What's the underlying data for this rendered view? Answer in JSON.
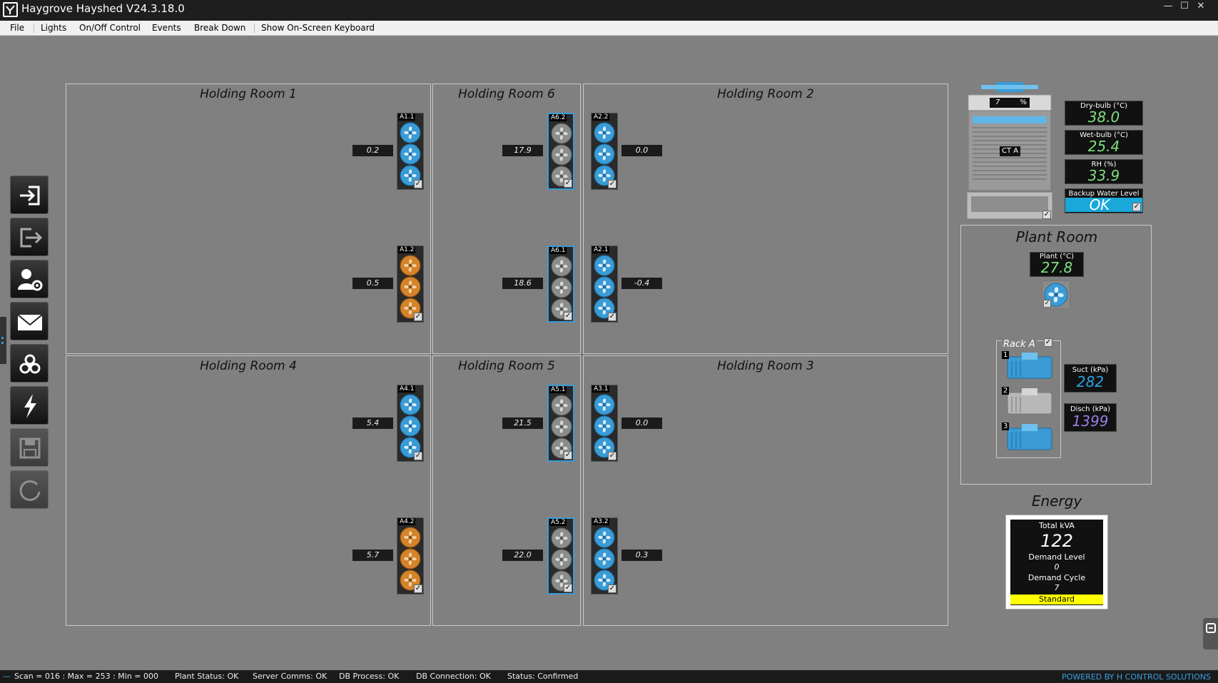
{
  "window": {
    "title": "Haygrove Hayshed V24.3.18.0"
  },
  "menu": [
    "File",
    "Lights",
    "On/Off Control",
    "Events",
    "Break Down",
    "Show On-Screen Keyboard"
  ],
  "toolbar": [
    "login-icon",
    "logout-icon",
    "user-settings-icon",
    "mail-icon",
    "biohazard-icon",
    "lightning-icon",
    "save-icon",
    "refresh-icon"
  ],
  "rooms": {
    "r1": {
      "title": "Holding Room 1",
      "units": [
        {
          "label": "A1.1",
          "value": "0.2",
          "fan_color": "blue"
        },
        {
          "label": "A1.2",
          "value": "0.5",
          "fan_color": "orange"
        }
      ]
    },
    "r6": {
      "title": "Holding Room 6",
      "units": [
        {
          "label": "A6.2",
          "value": "17.9",
          "fan_color": "grey"
        },
        {
          "label": "A6.1",
          "value": "18.6",
          "fan_color": "grey"
        }
      ]
    },
    "r2": {
      "title": "Holding Room 2",
      "units": [
        {
          "label": "A2.2",
          "value": "0.0",
          "fan_color": "blue"
        },
        {
          "label": "A2.1",
          "value": "-0.4",
          "fan_color": "blue"
        }
      ]
    },
    "r4": {
      "title": "Holding Room 4",
      "units": [
        {
          "label": "A4.1",
          "value": "5.4",
          "fan_color": "blue"
        },
        {
          "label": "A4.2",
          "value": "5.7",
          "fan_color": "orange"
        }
      ]
    },
    "r5": {
      "title": "Holding Room 5",
      "units": [
        {
          "label": "A5.1",
          "value": "21.5",
          "fan_color": "grey"
        },
        {
          "label": "A5.2",
          "value": "22.0",
          "fan_color": "grey"
        }
      ]
    },
    "r3": {
      "title": "Holding Room 3",
      "units": [
        {
          "label": "A3.1",
          "value": "0.0",
          "fan_color": "blue"
        },
        {
          "label": "A3.2",
          "value": "0.3",
          "fan_color": "blue"
        }
      ]
    }
  },
  "tower": {
    "label": "CT A",
    "percent_value": "7",
    "percent_unit": "%"
  },
  "weather": {
    "drybulb": {
      "label": "Dry-bulb (°C)",
      "value": "38.0",
      "color": "#7de07d"
    },
    "wetbulb": {
      "label": "Wet-bulb (°C)",
      "value": "25.4",
      "color": "#7de07d"
    },
    "rh": {
      "label": "RH (%)",
      "value": "33.9",
      "color": "#7de07d"
    },
    "backup": {
      "label": "Backup Water Level",
      "value": "OK",
      "color": "#1aa7d9"
    }
  },
  "plant": {
    "title": "Plant Room",
    "temp_label": "Plant (°C)",
    "temp_value": "27.8",
    "rack_label": "Rack A",
    "compressors": [
      "1",
      "2",
      "3"
    ],
    "suct_label": "Suct (kPa)",
    "suct_value": "282",
    "disch_label": "Disch (kPa)",
    "disch_value": "1399"
  },
  "energy": {
    "title": "Energy",
    "total_label": "Total kVA",
    "total_value": "122",
    "demand_level_label": "Demand Level",
    "demand_level_value": "0",
    "demand_cycle_label": "Demand Cycle",
    "demand_cycle_value": "7",
    "mode": "Standard"
  },
  "status": {
    "scan": "Scan = 016 : Max = 253 : Min = 000",
    "plant": "Plant Status: OK",
    "server": "Server Comms: OK",
    "dbprocess": "DB Process:  OK",
    "dbconn": "DB Connection:  OK",
    "state": "Status:  Confirmed",
    "powered": "POWERED BY H CONTROL SOLUTIONS"
  }
}
